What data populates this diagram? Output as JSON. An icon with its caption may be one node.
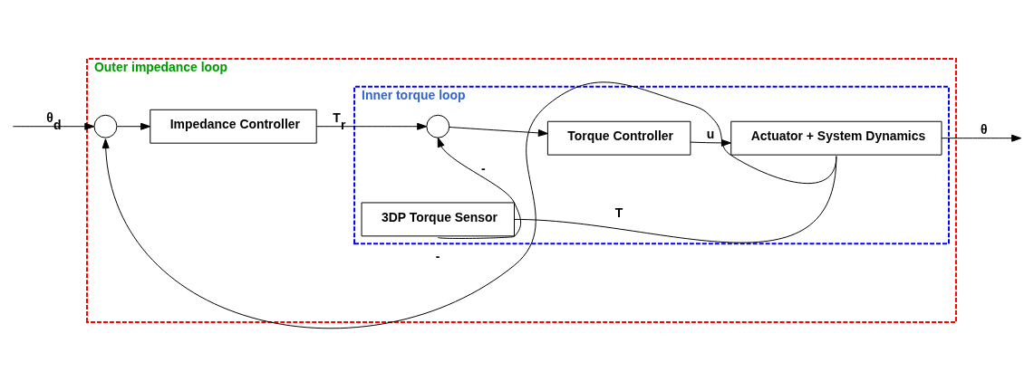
{
  "diagram": {
    "nodes": [
      {
        "text": [
          "Outer impedance loop"
        ]
      },
      {
        "text": [
          "Inner torque loop"
        ],
        "in": 0
      },
      {
        "text": [],
        "shape": "circle",
        "in": 0
      },
      {
        "text": [
          "Impedance Controller"
        ],
        "in": 0
      },
      {
        "text": [],
        "shape": "circle",
        "in": 1
      },
      {
        "text": [
          "Torque Controller"
        ],
        "in": 1
      },
      {
        "text": [
          "Actuator + System Dynamics"
        ],
        "in": 1
      },
      {
        "text": [
          "3DP Torque Sensor"
        ],
        "in": 1
      }
    ],
    "edges": [
      {
        "from": null,
        "to": 2,
        "arrow": "to",
        "label": "θ$_{d}$"
      },
      {
        "from": 2,
        "to": 3,
        "arrow": "to"
      },
      {
        "from": 3,
        "to": 4,
        "arrow": "to",
        "label": "T$_{r}$"
      },
      {
        "from": 4,
        "to": 5,
        "arrow": "to"
      },
      {
        "from": 5,
        "to": 6,
        "arrow": "to",
        "label": "u"
      },
      {
        "from": 6,
        "to": null,
        "arrow": "to",
        "label": "θ"
      },
      {
        "from": 6,
        "to": 7,
        "arrow": "none",
        "label": "T"
      },
      {
        "from": 7,
        "to": 4,
        "arrow": "to",
        "label": "-"
      },
      {
        "from": 6,
        "to": 2,
        "arrow": "to",
        "label": "-"
      }
    ]
  }
}
